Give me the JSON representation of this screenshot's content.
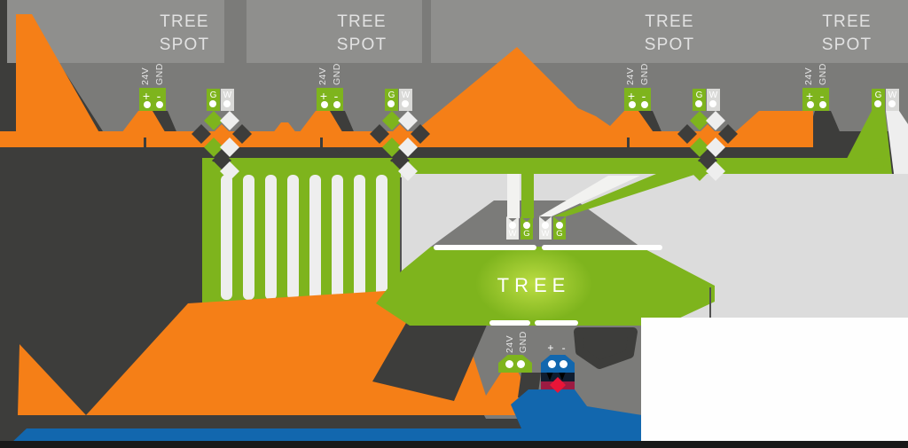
{
  "palette": {
    "background": "#3d3d3b",
    "header_gray": "#7b7b79",
    "box_gray": "#8f8f8d",
    "panel_light": "#dcdcdc",
    "wire_white": "#eeeeee",
    "green": "#7eb41d",
    "green_glow": "#bfdf45",
    "orange": "#f57f17",
    "blue": "#1267ae",
    "navy": "#0f1d30",
    "crimson": "#9c1b42",
    "red": "#e91538",
    "label_light": "#e4e4e4",
    "white_card": "#fefefe"
  },
  "spots": [
    {
      "line1": "TREE",
      "line2": "SPOT"
    },
    {
      "line1": "TREE",
      "line2": "SPOT"
    },
    {
      "line1": "TREE",
      "line2": "SPOT"
    },
    {
      "line1": "TREE",
      "line2": "SPOT"
    }
  ],
  "terminal_labels": {
    "v24": "24V",
    "gnd": "GND",
    "plus": "+",
    "minus": "-",
    "green": "G",
    "white": "W"
  },
  "tree": {
    "name": "TREE",
    "top_terminals": [
      "W",
      "G",
      "W",
      "G"
    ],
    "bottom": {
      "v24": "24V",
      "gnd": "GND",
      "plus_minus": "+ -"
    }
  }
}
